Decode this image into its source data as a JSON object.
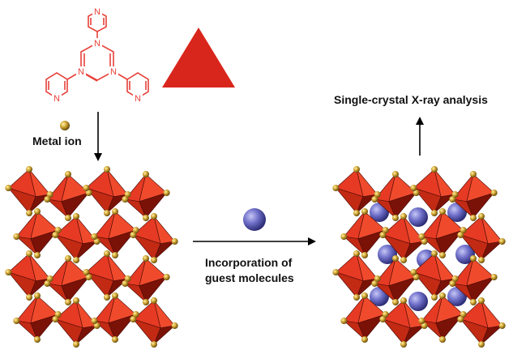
{
  "labels": {
    "metal_ion": "Metal ion",
    "incorporation": "Incorporation of",
    "guest_molecules": "guest molecules",
    "analysis": "Single-crystal X-ray analysis"
  },
  "ligand": {
    "atom_label": "N"
  },
  "colors": {
    "ligand": "#e8413a",
    "triangle": "#d9261c",
    "octahedron_light": "#e63a24",
    "octahedron_dark": "#7a1208",
    "metal": "#c9a227",
    "guest": "#6f6fc9",
    "arrow": "#000000"
  },
  "icons": {
    "metal_ion": "gold-sphere-icon",
    "guest": "blue-sphere-icon",
    "triangle": "red-triangle-icon"
  }
}
